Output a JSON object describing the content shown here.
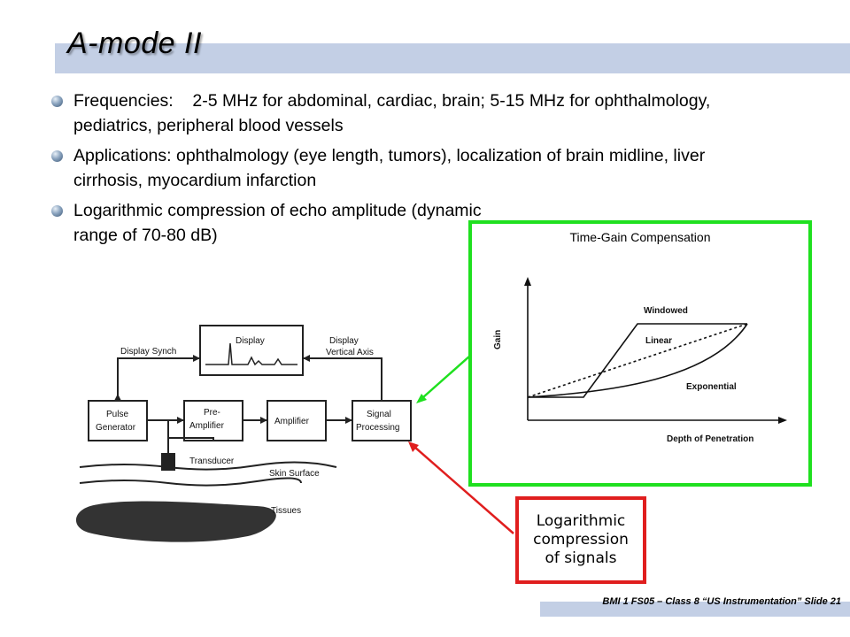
{
  "slide": {
    "title": "A-mode II",
    "bullets": [
      "Frequencies:    2-5 MHz for abdominal, cardiac, brain; 5-15 MHz for ophthalmology, pediatrics, peripheral blood vessels",
      "Applications: ophthalmology (eye length, tumors), localization of brain midline, liver cirrhosis, myocardium infarction",
      "Logarithmic compression of echo amplitude (dynamic range of 70-80 dB)"
    ],
    "footer": "BMI 1 FS05 – Class 8 “US Instrumentation”  Slide 21"
  },
  "tgc_figure": {
    "caption": "Time-Gain Compensation",
    "y_axis_label": "Gain",
    "x_axis_label": "Depth of Penetration",
    "curve_labels": [
      "Windowed",
      "Linear",
      "Exponential"
    ]
  },
  "block_diagram": {
    "display": "Display",
    "display_synch": "Display Synch",
    "display_vertical_axis_1": "Display",
    "display_vertical_axis_2": "Vertical Axis",
    "pulse_generator_1": "Pulse",
    "pulse_generator_2": "Generator",
    "preamplifier_1": "Pre-",
    "preamplifier_2": "Amplifier",
    "amplifier": "Amplifier",
    "signal_processing_1": "Signal",
    "signal_processing_2": "Processing",
    "transducer": "Transducer",
    "skin_surface": "Skin Surface",
    "tissues": "Tissues"
  },
  "callout": {
    "line1": "Logarithmic",
    "line2": "compression",
    "line3": "of signals"
  },
  "colors": {
    "title_bar": "#c3cfe5",
    "green_frame": "#1fe01f",
    "red_frame": "#e01e1e"
  }
}
